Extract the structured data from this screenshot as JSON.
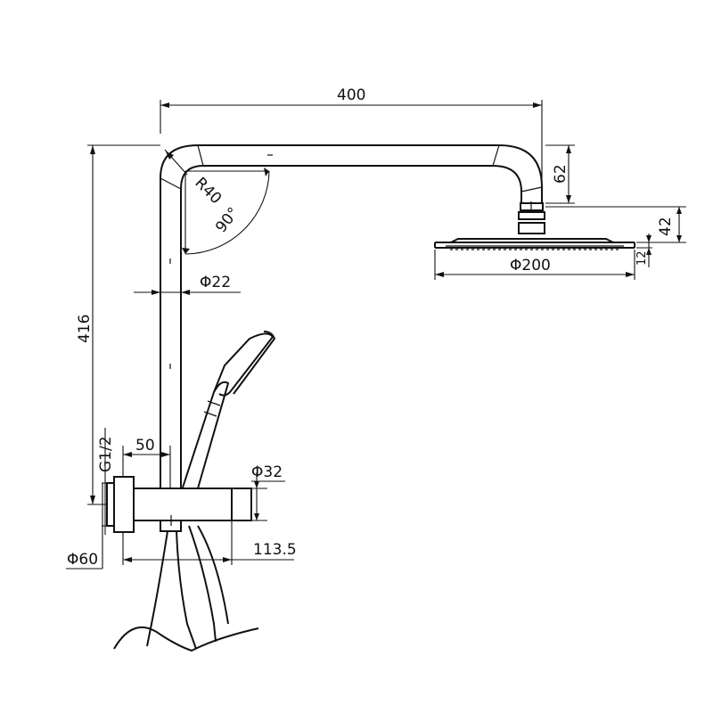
{
  "dimensions": {
    "width_total": "400",
    "arm_drop": "62",
    "head_height": "42",
    "head_thickness": "12",
    "head_diameter": "Φ200",
    "bend_radius": "R40",
    "bend_angle": "90°",
    "pipe_diameter": "Φ22",
    "height_total": "416",
    "thread": "G1/2",
    "offset": "50",
    "body_diameter": "Φ32",
    "flange_diameter": "Φ60",
    "body_length": "113.5"
  }
}
